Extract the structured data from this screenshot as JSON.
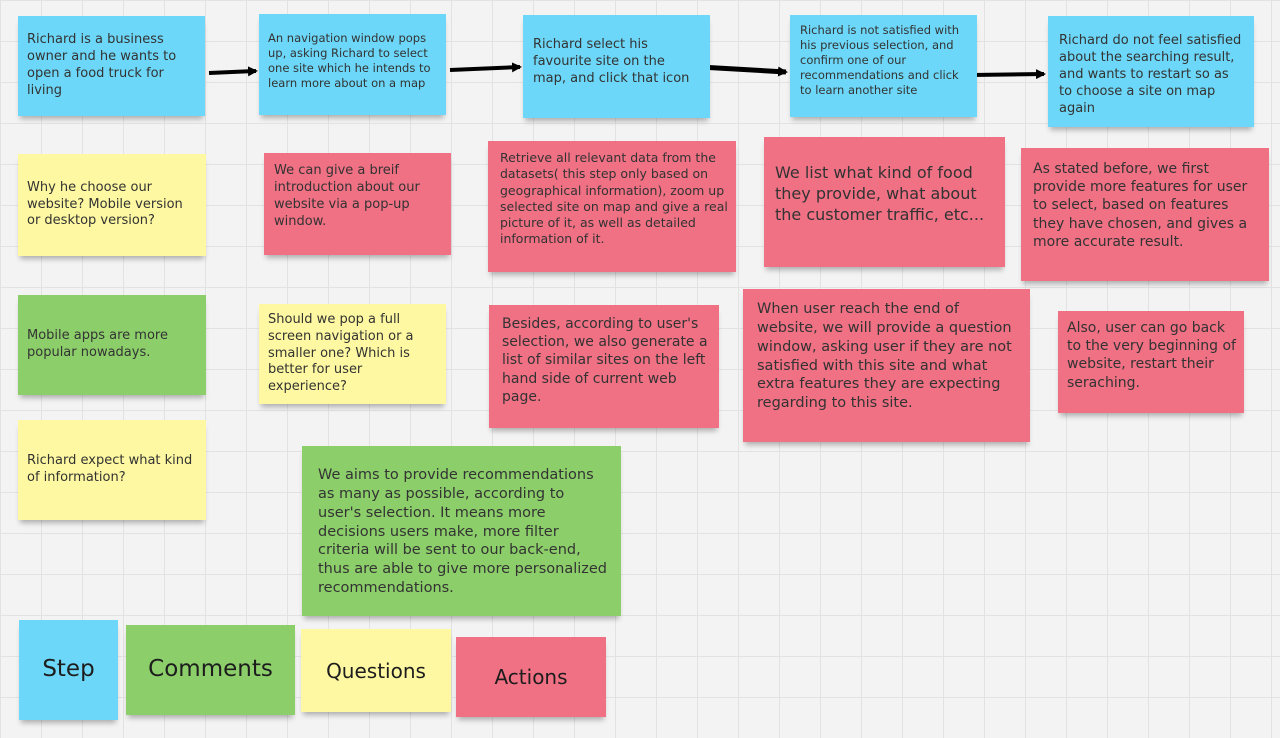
{
  "colors": {
    "step": "#6cd7f8",
    "comment": "#8ccf6a",
    "question": "#fdf8a1",
    "action": "#f07084",
    "arrow": "#000000"
  },
  "steps": [
    "Richard is a business owner and he wants to open a food truck for living",
    "An navigation window pops up, asking Richard to select one site which he intends to learn  more about  on a map",
    "Richard select his favourite site on the map, and click that icon",
    "Richard is not satisfied with his previous selection, and confirm one of our recommendations and click to learn another site",
    "Richard do not feel satisfied about the searching result, and wants to restart so as to choose a site on map again"
  ],
  "questions": [
    "Why he choose our website? Mobile version or desktop version?",
    "Should we pop a full screen navigation or a smaller one? Which is better for user experience?",
    "Richard expect what kind of information?"
  ],
  "comments": [
    "Mobile apps are more popular nowadays.",
    "We aims to provide recommendations as many as possible, according to user's selection. It means more decisions users make, more filter criteria will be sent to our back-end, thus are able to give more personalized recommendations."
  ],
  "actions": [
    "We can give a breif introduction about our website via a pop-up window.",
    "Retrieve all relevant data from the datasets( this step only based on geographical information), zoom up selected site on map  and give a real picture of it, as well as detailed information of it.",
    "We list what kind of food they provide, what about the customer traffic, etc...",
    "As stated before, we first provide more features for user to select, based on features they have chosen, and gives a more accurate result.",
    "Besides, according to user's selection,  we also generate a list of similar sites on the left hand side of current web page.",
    "When user reach the end of website, we will provide a question window, asking user if they are not satisfied with this site and what extra features they are expecting regarding to this site.",
    "Also, user can go back to the very beginning of website, restart their seraching."
  ],
  "legend": {
    "step": "Step",
    "comments": "Comments",
    "questions": "Questions",
    "actions": "Actions"
  }
}
